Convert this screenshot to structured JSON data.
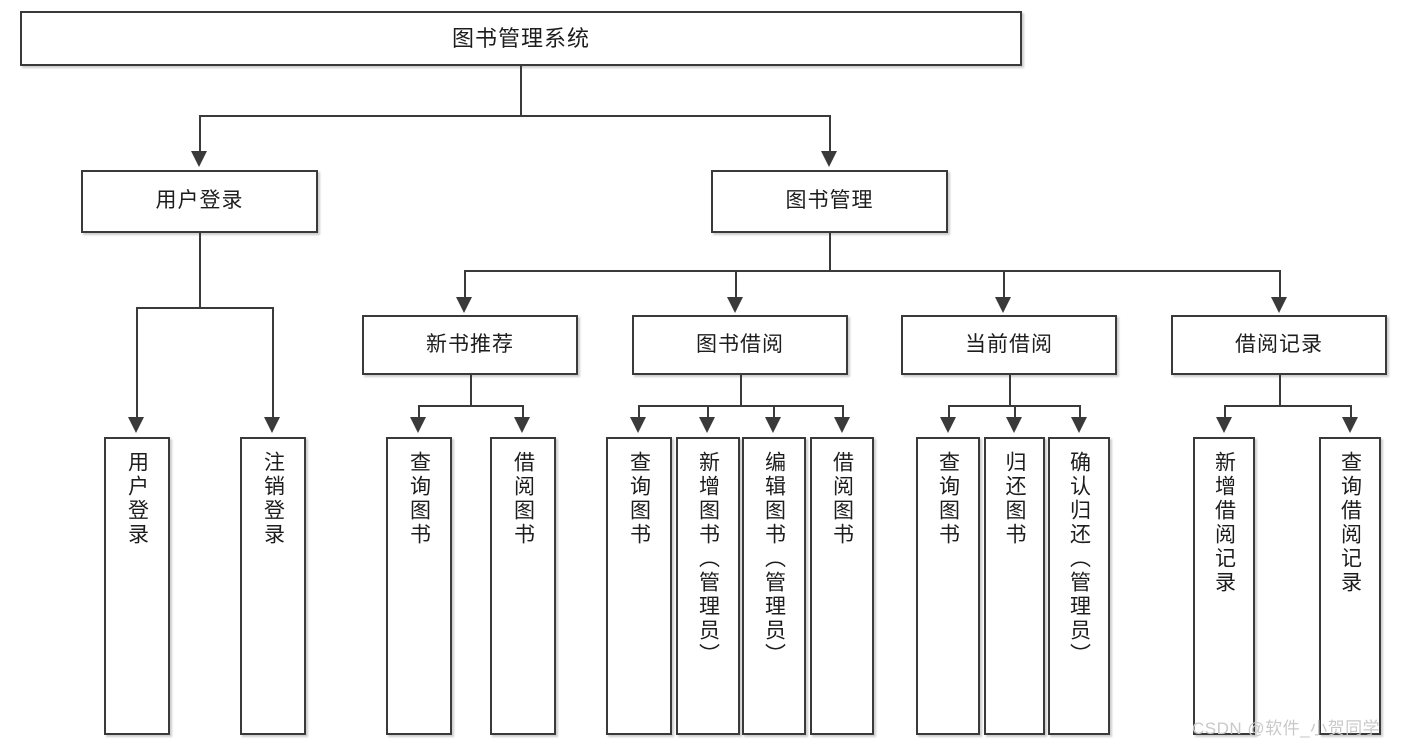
{
  "diagram": {
    "type": "tree-hierarchy-chart",
    "title": "图书管理系统",
    "watermark": "CSDN @软件_小贺同学",
    "colors": {
      "box_border": "#3a3a3a",
      "box_fill": "#ffffff",
      "connector": "#3a3a3a",
      "text": "#1d1d1d",
      "watermark": "#c9c9c9",
      "background": "#ffffff"
    }
  },
  "nodes": {
    "root": {
      "label": "图书管理系统",
      "level": 1
    },
    "level2": [
      {
        "id": "user-login",
        "label": "用户登录",
        "level": 2
      },
      {
        "id": "book-management",
        "label": "图书管理",
        "level": 2
      }
    ],
    "level3": [
      {
        "id": "new-book-recommend",
        "label": "新书推荐",
        "level": 3
      },
      {
        "id": "book-borrow",
        "label": "图书借阅",
        "level": 3
      },
      {
        "id": "current-borrow",
        "label": "当前借阅",
        "level": 3
      },
      {
        "id": "borrow-record",
        "label": "借阅记录",
        "level": 3
      }
    ],
    "leaves": {
      "user-login": [
        {
          "id": "leaf-user-login",
          "label": "用户登录"
        },
        {
          "id": "leaf-user-logout",
          "label": "注销登录"
        }
      ],
      "new-book-recommend": [
        {
          "id": "leaf-query-book-1",
          "label": "查询图书"
        },
        {
          "id": "leaf-borrow-book-1",
          "label": "借阅图书"
        }
      ],
      "book-borrow": [
        {
          "id": "leaf-query-book-2",
          "label": "查询图书"
        },
        {
          "id": "leaf-add-book",
          "label": "新增图书（管理员）"
        },
        {
          "id": "leaf-edit-book",
          "label": "编辑图书（管理员）"
        },
        {
          "id": "leaf-borrow-book-2",
          "label": "借阅图书"
        }
      ],
      "current-borrow": [
        {
          "id": "leaf-query-book-3",
          "label": "查询图书"
        },
        {
          "id": "leaf-return-book",
          "label": "归还图书"
        },
        {
          "id": "leaf-confirm-return",
          "label": "确认归还（管理员）"
        }
      ],
      "borrow-record": [
        {
          "id": "leaf-add-record",
          "label": "新增借阅记录"
        },
        {
          "id": "leaf-query-record",
          "label": "查询借阅记录"
        }
      ]
    }
  }
}
